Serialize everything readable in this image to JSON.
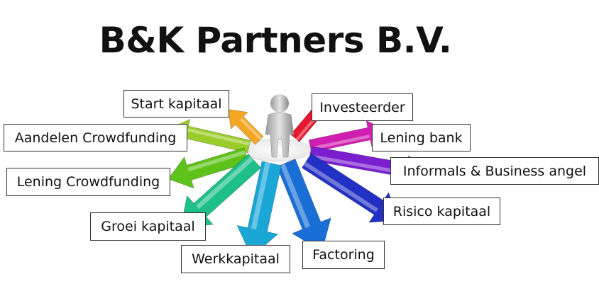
{
  "title": "B&K Partners B.V.",
  "options": [
    {
      "label": "Start kapitaal",
      "color": "#f5a623"
    },
    {
      "label": "Investeerder",
      "color": "#e8172f"
    },
    {
      "label": "Aandelen Crowdfunding",
      "color": "#9acd2a"
    },
    {
      "label": "Lening bank",
      "color": "#d01eb0"
    },
    {
      "label": "Informals & Business angel",
      "color": "#7a1fcf"
    },
    {
      "label": "Lening Crowdfunding",
      "color": "#5ec21a"
    },
    {
      "label": "Risico kapitaal",
      "color": "#2230c4"
    },
    {
      "label": "Groei kapitaal",
      "color": "#1fbf8a"
    },
    {
      "label": "Werkkapitaal",
      "color": "#1aa7d6"
    },
    {
      "label": "Factoring",
      "color": "#1a6fd6"
    }
  ]
}
